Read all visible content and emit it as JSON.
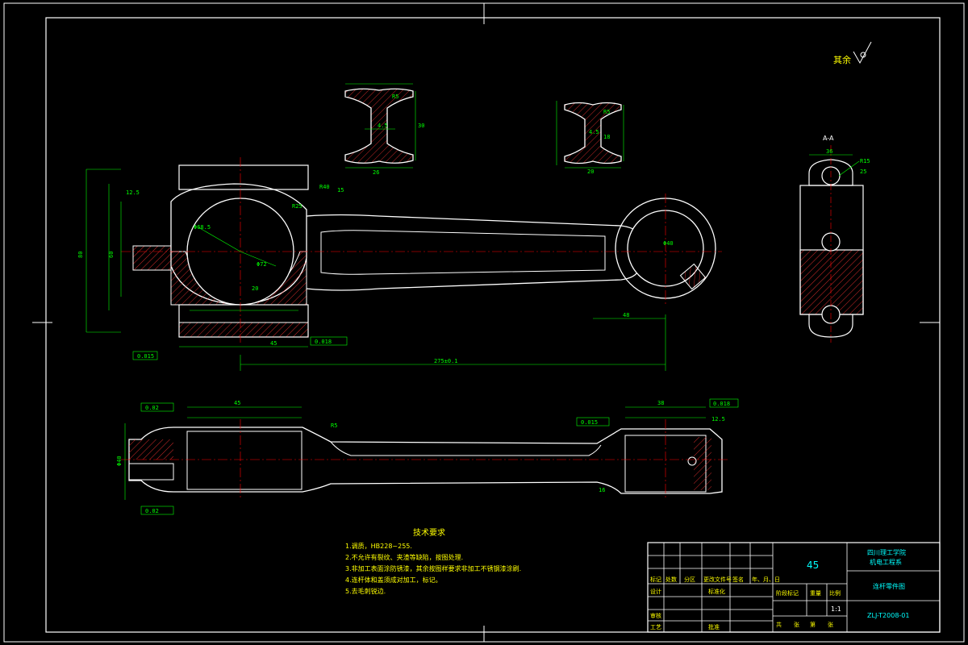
{
  "drawing": {
    "surface_note": "其余",
    "roughness_symbol": "surface-roughness-icon",
    "section_label": "A-A",
    "dims": {
      "big_end_dia": "Φ68.5",
      "big_end_bore": "Φ72",
      "small_end_bore": "Φ40",
      "center_distance": "275±0.1",
      "r25": "R25",
      "r40": "R40",
      "d48": "48",
      "d45": "45",
      "d38": "38",
      "d12_5": "12.5",
      "d20": "20",
      "r5": "R5",
      "d4_5": "4.5",
      "d30": "30",
      "d26": "26",
      "d18": "18",
      "d15": "15",
      "r15": "R15",
      "d36": "36",
      "d25": "25",
      "tol_a": "0.015",
      "tol_b": "0.02",
      "tol_c": "0.018",
      "d80": "80",
      "d60": "60",
      "d40": "Φ40",
      "d16": "16"
    },
    "colors": {
      "outline": "#ffffff",
      "dimension": "#00ff00",
      "centerline": "#ff0000",
      "hatch": "#ff0000",
      "text_yellow": "#ffff00",
      "text_cyan": "#00ffff"
    }
  },
  "requirements": {
    "title": "技术要求",
    "items": [
      "1.调质，HB228~255.",
      "2.不允许有裂纹、夹渣等缺陷，按图处理.",
      "3.非加工表面涂防锈漆，其余按图样要求非加工不锈钢漆涂刷.",
      "4.连杆体和盖须成对加工，标记。",
      "5.去毛刺锐边."
    ]
  },
  "title_block": {
    "material": "45",
    "school_line1": "四川理工学院",
    "school_line2": "机电工程系",
    "part_name": "连杆零件图",
    "drawing_no": "ZLJ-T2008-01",
    "scale": "1:1",
    "headers": [
      "标记",
      "处数",
      "分区",
      "更改文件号",
      "签名",
      "年、月、日"
    ],
    "design": "设计",
    "standard": "标准化",
    "review": "审核",
    "process": "工艺",
    "approve": "批准",
    "stage_label": "阶段标记",
    "weight_label": "重量",
    "scale_label": "比例",
    "sheet_total": "共",
    "sheet_no": "张",
    "sheet_of": "第",
    "sheet_unit": "张"
  }
}
